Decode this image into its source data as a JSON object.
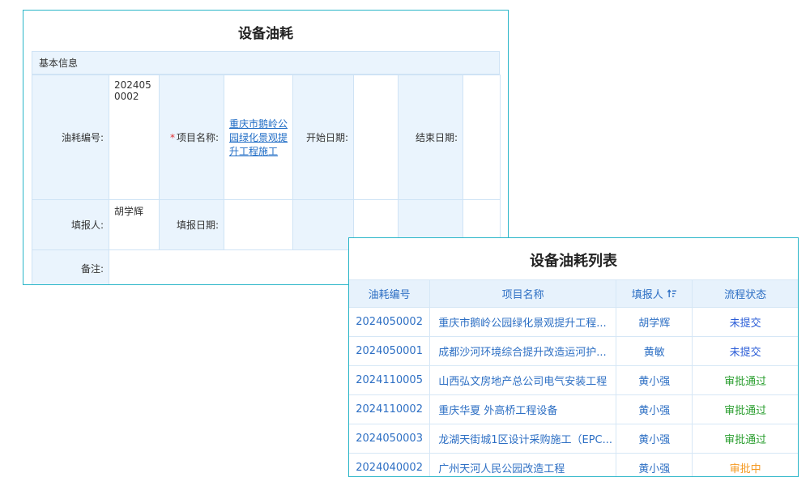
{
  "colors": {
    "panel_border": "#29b5c8",
    "grid_line": "#cfe3f5",
    "label_cell_bg": "#eaf4fd",
    "header_bg": "#e7f2fc",
    "link_blue": "#2d6fc4",
    "status_pending_blue": "#2a5cd7",
    "status_passed_green": "#2a9e2f",
    "status_reviewing_orange": "#f59a23",
    "required_red": "#e03131"
  },
  "form_panel": {
    "title": "设备油耗",
    "section_title": "基本信息",
    "fields": {
      "fuel_no_label": "油耗编号:",
      "fuel_no_value": "2024050002",
      "project_required_mark": "*",
      "project_label": "项目名称:",
      "project_value": "重庆市鹅岭公园绿化景观提升工程施工",
      "start_date_label": "开始日期:",
      "start_date_value": "",
      "end_date_label": "结束日期:",
      "end_date_value": "",
      "filler_label": "填报人:",
      "filler_value": "胡学辉",
      "fill_date_label": "填报日期:",
      "fill_date_value": "",
      "remark_label": "备注:",
      "remark_value": ""
    }
  },
  "list_panel": {
    "title": "设备油耗列表",
    "columns": {
      "no": "油耗编号",
      "project": "项目名称",
      "filler": "填报人",
      "status": "流程状态"
    },
    "sorted_column": "填报人",
    "rows": [
      {
        "no": "2024050002",
        "project": "重庆市鹅岭公园绿化景观提升工程...",
        "filler": "胡学辉",
        "status": "未提交",
        "status_class": "pending"
      },
      {
        "no": "2024050001",
        "project": "成都沙河环境综合提升改造运河护...",
        "filler": "黄敏",
        "status": "未提交",
        "status_class": "pending"
      },
      {
        "no": "2024110005",
        "project": "山西弘文房地产总公司电气安装工程",
        "filler": "黄小强",
        "status": "审批通过",
        "status_class": "passed"
      },
      {
        "no": "2024110002",
        "project": "重庆华夏 外高桥工程设备",
        "filler": "黄小强",
        "status": "审批通过",
        "status_class": "passed"
      },
      {
        "no": "2024050003",
        "project": "龙湖天街城1区设计采购施工（EPC...",
        "filler": "黄小强",
        "status": "审批通过",
        "status_class": "passed"
      },
      {
        "no": "2024040002",
        "project": "广州天河人民公园改造工程",
        "filler": "黄小强",
        "status": "审批中",
        "status_class": "reviewing"
      }
    ]
  }
}
